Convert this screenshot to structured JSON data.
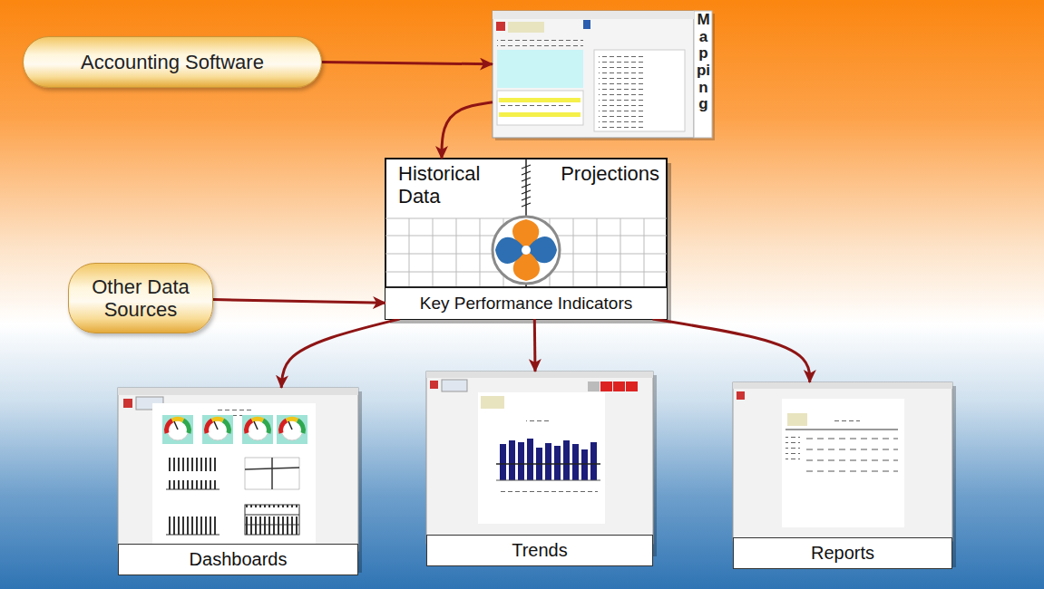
{
  "diagram": {
    "nodes": [
      {
        "text": [
          "Accounting Software"
        ]
      },
      {
        "text": [
          "Mapping"
        ]
      },
      {
        "text": [
          "Historical Data",
          "Projections",
          "Key Performance Indicators"
        ]
      },
      {
        "text": [
          "Other Data Sources"
        ]
      },
      {
        "text": [
          "Dashboards"
        ]
      },
      {
        "text": [
          "Trends"
        ]
      },
      {
        "text": [
          "Reports"
        ]
      }
    ],
    "edges": [
      {
        "from": 0,
        "to": 1,
        "arrow": "to"
      },
      {
        "from": 1,
        "to": 2,
        "arrow": "to"
      },
      {
        "from": 3,
        "to": 2,
        "arrow": "to"
      },
      {
        "from": 2,
        "to": 4,
        "arrow": "to"
      },
      {
        "from": 2,
        "to": 5,
        "arrow": "to"
      },
      {
        "from": 2,
        "to": 6,
        "arrow": "to"
      }
    ]
  }
}
